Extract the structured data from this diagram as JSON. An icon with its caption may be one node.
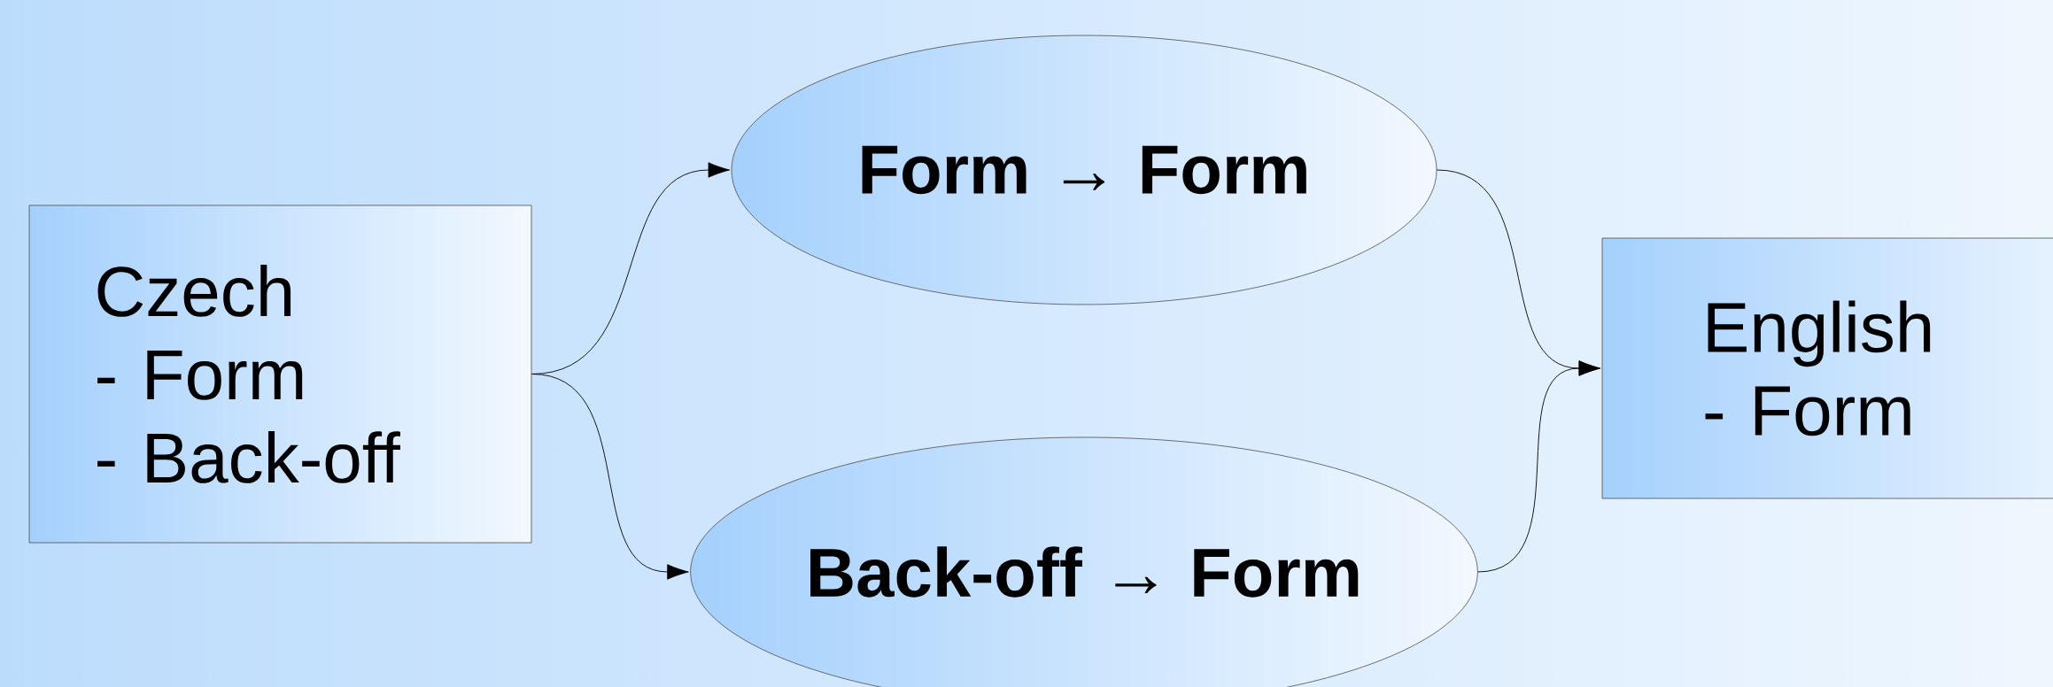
{
  "diagram": {
    "nodes": [
      {
        "text": [
          "Czech",
          "- Form",
          "- Back-off"
        ]
      },
      {
        "text": [
          "Form → Form"
        ]
      },
      {
        "text": [
          "Back-off → Form"
        ]
      },
      {
        "text": [
          "English",
          "- Form"
        ]
      }
    ],
    "edges": [
      {
        "from": 0,
        "to": 1,
        "arrow": "to"
      },
      {
        "from": 0,
        "to": 2,
        "arrow": "to"
      },
      {
        "from": 1,
        "to": 3,
        "arrow": "to"
      },
      {
        "from": 2,
        "to": 3,
        "arrow": "to"
      }
    ]
  }
}
